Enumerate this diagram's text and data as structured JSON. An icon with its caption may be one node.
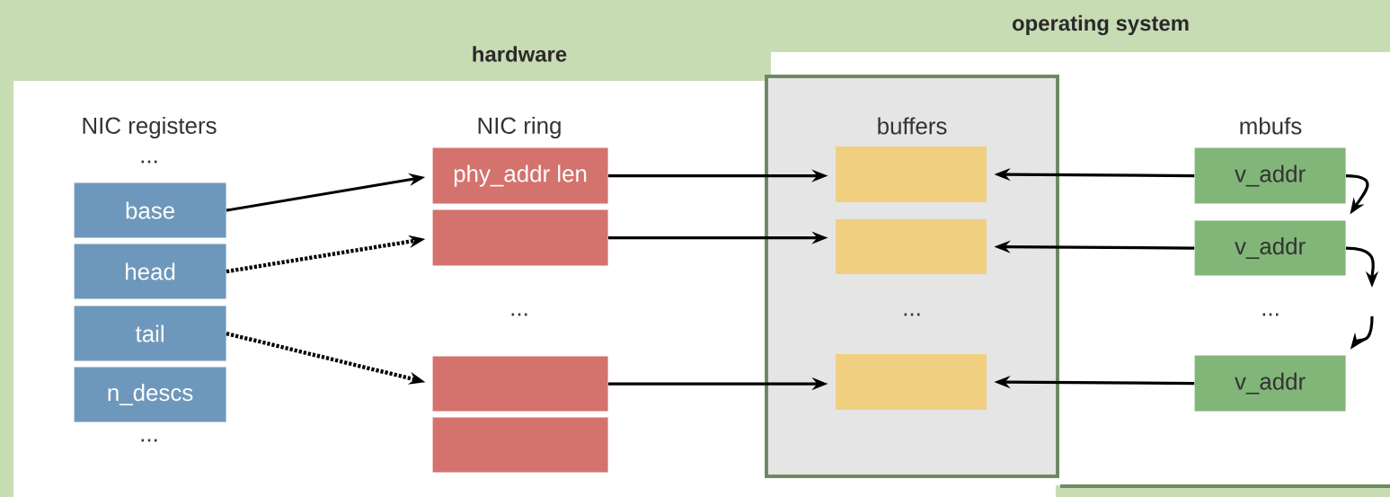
{
  "diagram": {
    "nodes": [
      {
        "text": [
          "hardware"
        ]
      },
      {
        "text": [
          "operating system"
        ]
      },
      {
        "text": [
          "buffers"
        ]
      },
      {
        "text": [
          "base"
        ],
        "in": 0
      },
      {
        "text": [
          "head"
        ],
        "in": 0
      },
      {
        "text": [
          "tail"
        ],
        "in": 0
      },
      {
        "text": [
          "n_descs"
        ],
        "in": 0
      },
      {
        "text": [
          "phy_addr len"
        ],
        "in": 0
      },
      {
        "text": [],
        "shape": "box",
        "in": 0
      },
      {
        "text": [],
        "shape": "box",
        "in": 0
      },
      {
        "text": [],
        "shape": "box",
        "in": 0
      },
      {
        "text": [],
        "shape": "box",
        "in": 2
      },
      {
        "text": [],
        "shape": "box",
        "in": 2
      },
      {
        "text": [],
        "shape": "box",
        "in": 2
      },
      {
        "text": [
          "v_addr"
        ],
        "in": 1
      },
      {
        "text": [
          "v_addr"
        ],
        "in": 1
      },
      {
        "text": [
          "v_addr"
        ],
        "in": 1
      }
    ],
    "edges": [
      {
        "from": 3,
        "to": 7,
        "arrow": "to"
      },
      {
        "from": 4,
        "to": 8,
        "arrow": "to",
        "style": "dashed"
      },
      {
        "from": 5,
        "to": 9,
        "arrow": "to",
        "style": "dashed"
      },
      {
        "from": 7,
        "to": 11,
        "arrow": "to"
      },
      {
        "from": 8,
        "to": 12,
        "arrow": "to"
      },
      {
        "from": 9,
        "to": 13,
        "arrow": "to"
      },
      {
        "from": 14,
        "to": 11,
        "arrow": "to"
      },
      {
        "from": 15,
        "to": 12,
        "arrow": "to"
      },
      {
        "from": 16,
        "to": 13,
        "arrow": "to"
      },
      {
        "from": 14,
        "to": 15,
        "arrow": "to"
      },
      {
        "from": 15,
        "to": null,
        "arrow": "to"
      },
      {
        "from": null,
        "to": 16,
        "arrow": "to"
      }
    ],
    "labels": [
      "NIC registers",
      "NIC ring",
      "mbufs",
      "...",
      "...",
      "...",
      "...",
      "..."
    ]
  }
}
